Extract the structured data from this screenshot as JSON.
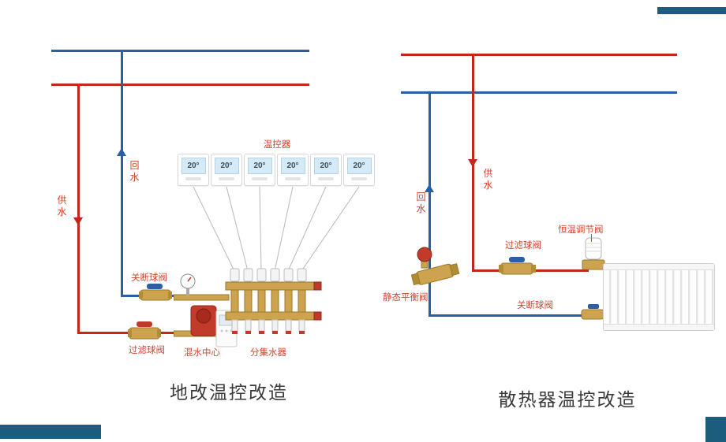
{
  "page": {
    "background": "#ffffff"
  },
  "colors": {
    "pipe_supply_red": "#c1271a",
    "pipe_return_blue": "#2a5fa5",
    "label_red": "#d0452e",
    "accent_bar": "#1c5d7e",
    "connector_gray": "#b8b8b8",
    "brass": "#cda34f"
  },
  "left_diagram": {
    "title": "地改温控改造",
    "thermostats_label": "温控器",
    "thermostat_reading": "20°",
    "thermostat_count": 6,
    "supply_label": "供水",
    "return_label": "回水",
    "shutoff_valve_label": "关断球阀",
    "filter_valve_label": "过滤球阀",
    "mixing_center_label": "混水中心",
    "manifold_label": "分集水器"
  },
  "right_diagram": {
    "title": "散热器温控改造",
    "supply_label": "供水",
    "return_label": "回水",
    "thermostatic_valve_label": "恒温调节阀",
    "filter_valve_label": "过滤球阀",
    "static_balancing_valve_label": "静态平衡阀",
    "shutoff_valve_label": "关断球阀"
  }
}
